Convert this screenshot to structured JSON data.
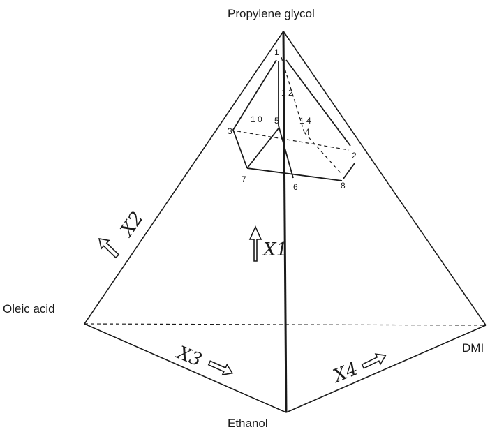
{
  "vertices": {
    "top": "Propylene glycol",
    "left": "Oleic acid",
    "right": "DMI",
    "bottom": "Ethanol"
  },
  "variables": {
    "x1": "X1",
    "x2": "X2",
    "x3": "X3",
    "x4": "X4"
  },
  "points": {
    "p1": "1",
    "p2": "2",
    "p3": "3",
    "p4": "4",
    "p5": "5",
    "p6": "6",
    "p7": "7",
    "p8": "8",
    "p10": "1 0",
    "p12": "1 2",
    "p14": "1 4"
  }
}
